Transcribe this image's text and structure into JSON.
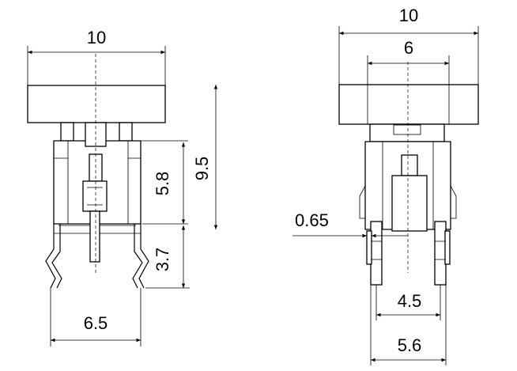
{
  "front_view": {
    "dims": {
      "width_top": "10",
      "height_total": "9.5",
      "height_upper": "5.8",
      "height_lead": "3.7",
      "width_leads": "6.5"
    }
  },
  "side_view": {
    "dims": {
      "width_top": "10",
      "width_cap": "6",
      "lead_thickness": "0.65",
      "pitch_inner": "4.5",
      "pitch_outer": "5.6"
    }
  }
}
